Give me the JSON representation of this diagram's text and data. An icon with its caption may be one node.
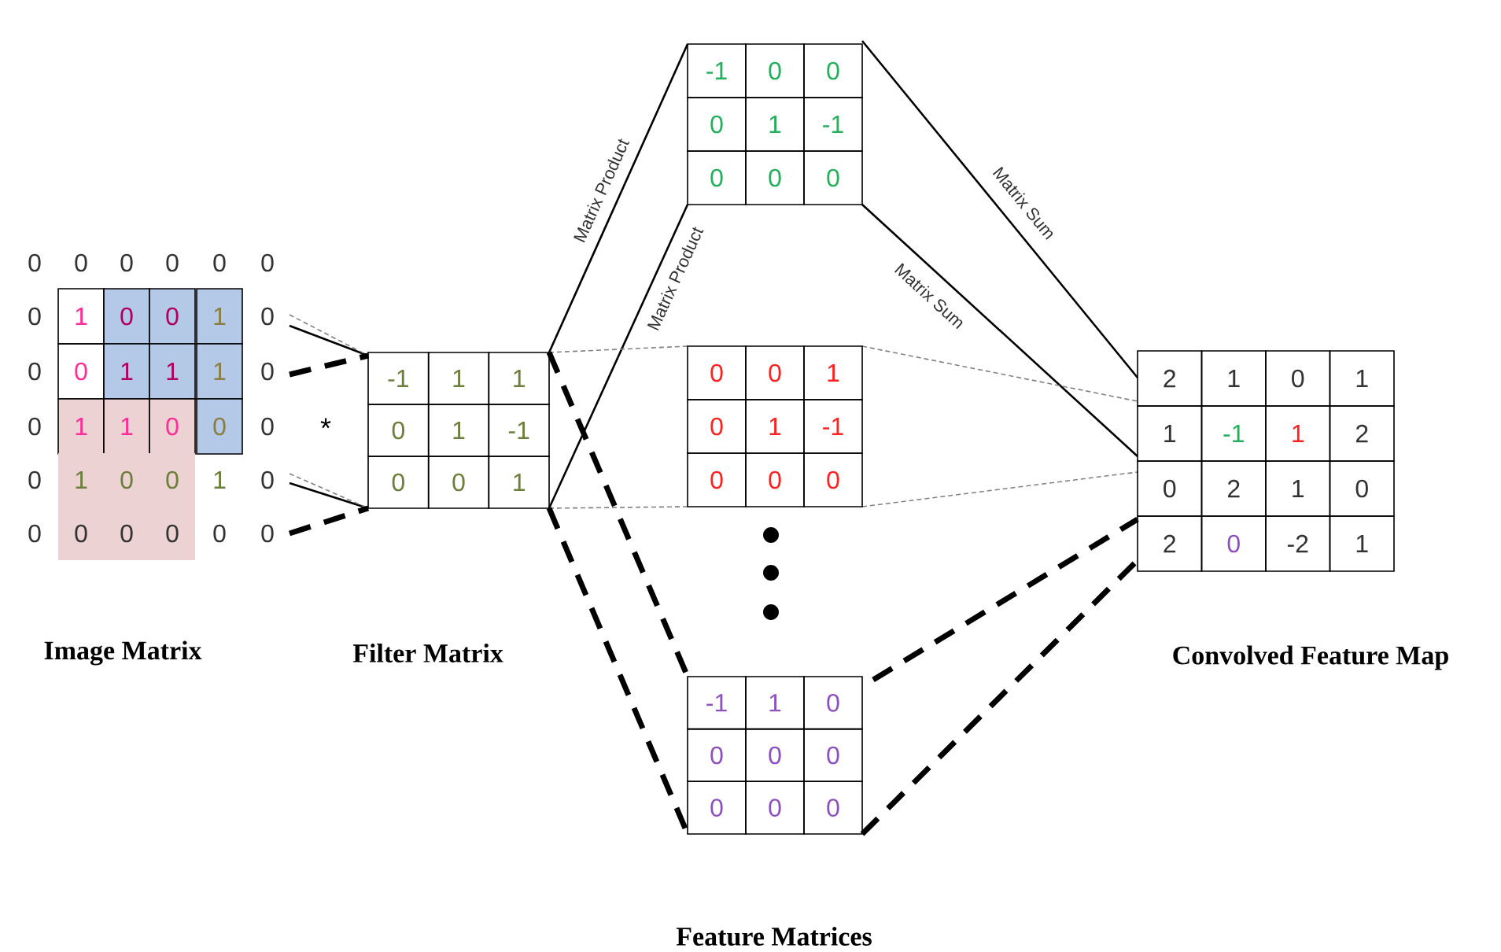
{
  "diagram": {
    "nodes": [
      {
        "text": [
          "0",
          "0",
          "0",
          "0",
          "0",
          "0",
          "0",
          "1",
          "0",
          "0",
          "1",
          "0",
          "0",
          "0",
          "1",
          "1",
          "1",
          "0",
          "0",
          "1",
          "1",
          "0",
          "0",
          "0",
          "0",
          "1",
          "0",
          "0",
          "1",
          "0",
          "0",
          "0",
          "0",
          "0",
          "0",
          "0"
        ],
        "beside": [
          "Image Matrix"
        ]
      },
      {
        "text": [
          "-1",
          "1",
          "1",
          "0",
          "1",
          "-1",
          "0",
          "0",
          "1"
        ]
      },
      {
        "text": [
          "-1",
          "0",
          "0",
          "0",
          "1",
          "-1",
          "0",
          "0",
          "0"
        ]
      },
      {
        "text": [
          "0",
          "0",
          "1",
          "0",
          "1",
          "-1",
          "0",
          "0",
          "0"
        ]
      },
      {
        "text": [
          "-1",
          "1",
          "0",
          "0",
          "0",
          "0",
          "0",
          "0",
          "0"
        ]
      },
      {
        "text": [
          "2",
          "1",
          "0",
          "1",
          "1",
          "-1",
          "1",
          "2",
          "0",
          "2",
          "1",
          "0",
          "2",
          "0",
          "-2",
          "1"
        ],
        "beside": [
          "Convolved Feature Map"
        ]
      }
    ],
    "edges": [
      {
        "from": 0,
        "to": 1,
        "arrow": "none"
      },
      {
        "from": 0,
        "to": 1,
        "arrow": "none",
        "style": "dashed",
        "color": "#808080"
      },
      {
        "from": 0,
        "to": 1,
        "arrow": "none",
        "style": "dashed"
      },
      {
        "from": 0,
        "to": 1,
        "arrow": "none"
      },
      {
        "from": 0,
        "to": 1,
        "arrow": "none",
        "style": "dashed",
        "color": "#808080"
      },
      {
        "from": 0,
        "to": 1,
        "arrow": "none",
        "style": "dashed"
      },
      {
        "from": 1,
        "to": 2,
        "arrow": "none",
        "label": "Matrix Product"
      },
      {
        "from": 1,
        "to": 2,
        "arrow": "none",
        "label": "Matrix Product"
      },
      {
        "from": 1,
        "to": 3,
        "arrow": "none",
        "style": "dashed",
        "color": "#808080"
      },
      {
        "from": 1,
        "to": 3,
        "arrow": "none",
        "style": "dashed",
        "color": "#808080"
      },
      {
        "from": 1,
        "to": 4,
        "arrow": "none",
        "style": "dashed"
      },
      {
        "from": 1,
        "to": 4,
        "arrow": "none",
        "style": "dashed"
      },
      {
        "from": 2,
        "to": 5,
        "arrow": "none",
        "label": "Matrix Sum"
      },
      {
        "from": 2,
        "to": 5,
        "arrow": "none",
        "label": "Matrix Sum"
      },
      {
        "from": 3,
        "to": 5,
        "arrow": "none",
        "style": "dashed",
        "color": "#808080"
      },
      {
        "from": 3,
        "to": 5,
        "arrow": "none",
        "style": "dashed",
        "color": "#808080"
      },
      {
        "from": 4,
        "to": 5,
        "arrow": "none",
        "style": "dashed"
      },
      {
        "from": 4,
        "to": 5,
        "arrow": "none",
        "style": "dashed"
      }
    ],
    "labels": [
      "*",
      "Filter Matrix",
      "Feature Matrices"
    ]
  }
}
